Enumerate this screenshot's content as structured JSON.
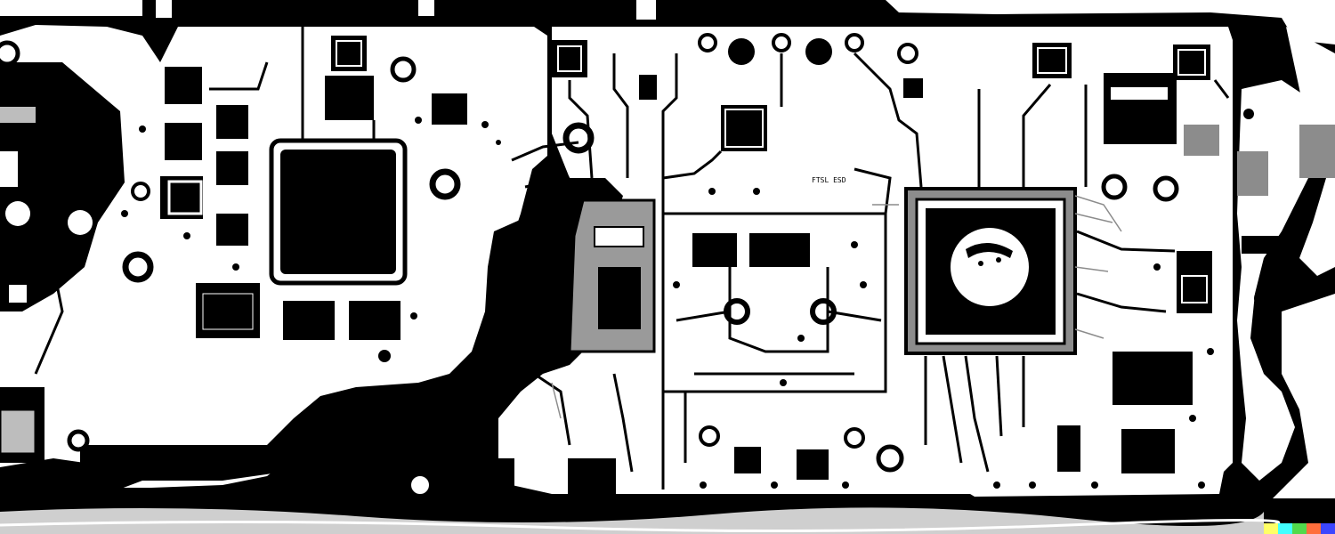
{
  "image": {
    "subject": "circuit-board",
    "palette": {
      "background": "#000000",
      "board": "#ffffff",
      "ink": "#000000",
      "gray": "#8c8c8c",
      "lightgray": "#cfcfcf"
    }
  },
  "labels": {
    "board_marking": "FTSL ESD"
  },
  "icons": {
    "watermark": "color-strip-logo"
  }
}
